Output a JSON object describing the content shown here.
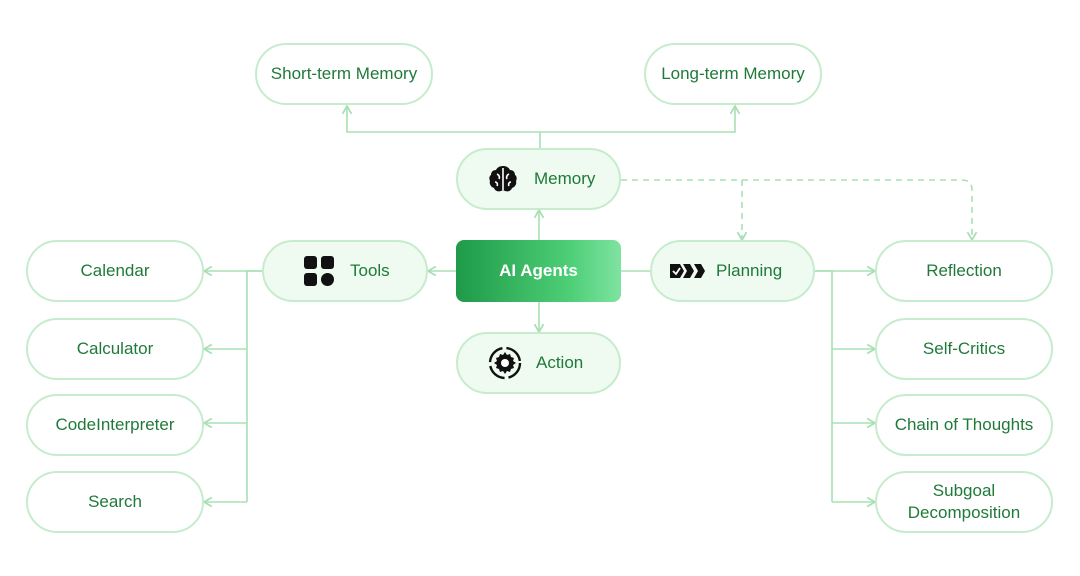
{
  "center": {
    "label": "AI Agents"
  },
  "memory": {
    "label": "Memory",
    "icon": "brain-icon",
    "children": [
      "Short-term Memory",
      "Long-term Memory"
    ]
  },
  "tools": {
    "label": "Tools",
    "icon": "apps-grid-icon",
    "children": [
      "Calendar",
      "Calculator",
      "CodeInterpreter",
      "Search"
    ]
  },
  "planning": {
    "label": "Planning",
    "icon": "forward-arrows-icon",
    "children": [
      "Reflection",
      "Self-Critics",
      "Chain of Thoughts",
      "Subgoal\nDecomposition"
    ]
  },
  "action": {
    "label": "Action",
    "icon": "gear-cycle-icon"
  },
  "colors": {
    "border": "#c5eccc",
    "text": "#1f7a3a",
    "line": "#a8e0b4",
    "center_start": "#1e9a48",
    "center_end": "#7fe3a0"
  }
}
